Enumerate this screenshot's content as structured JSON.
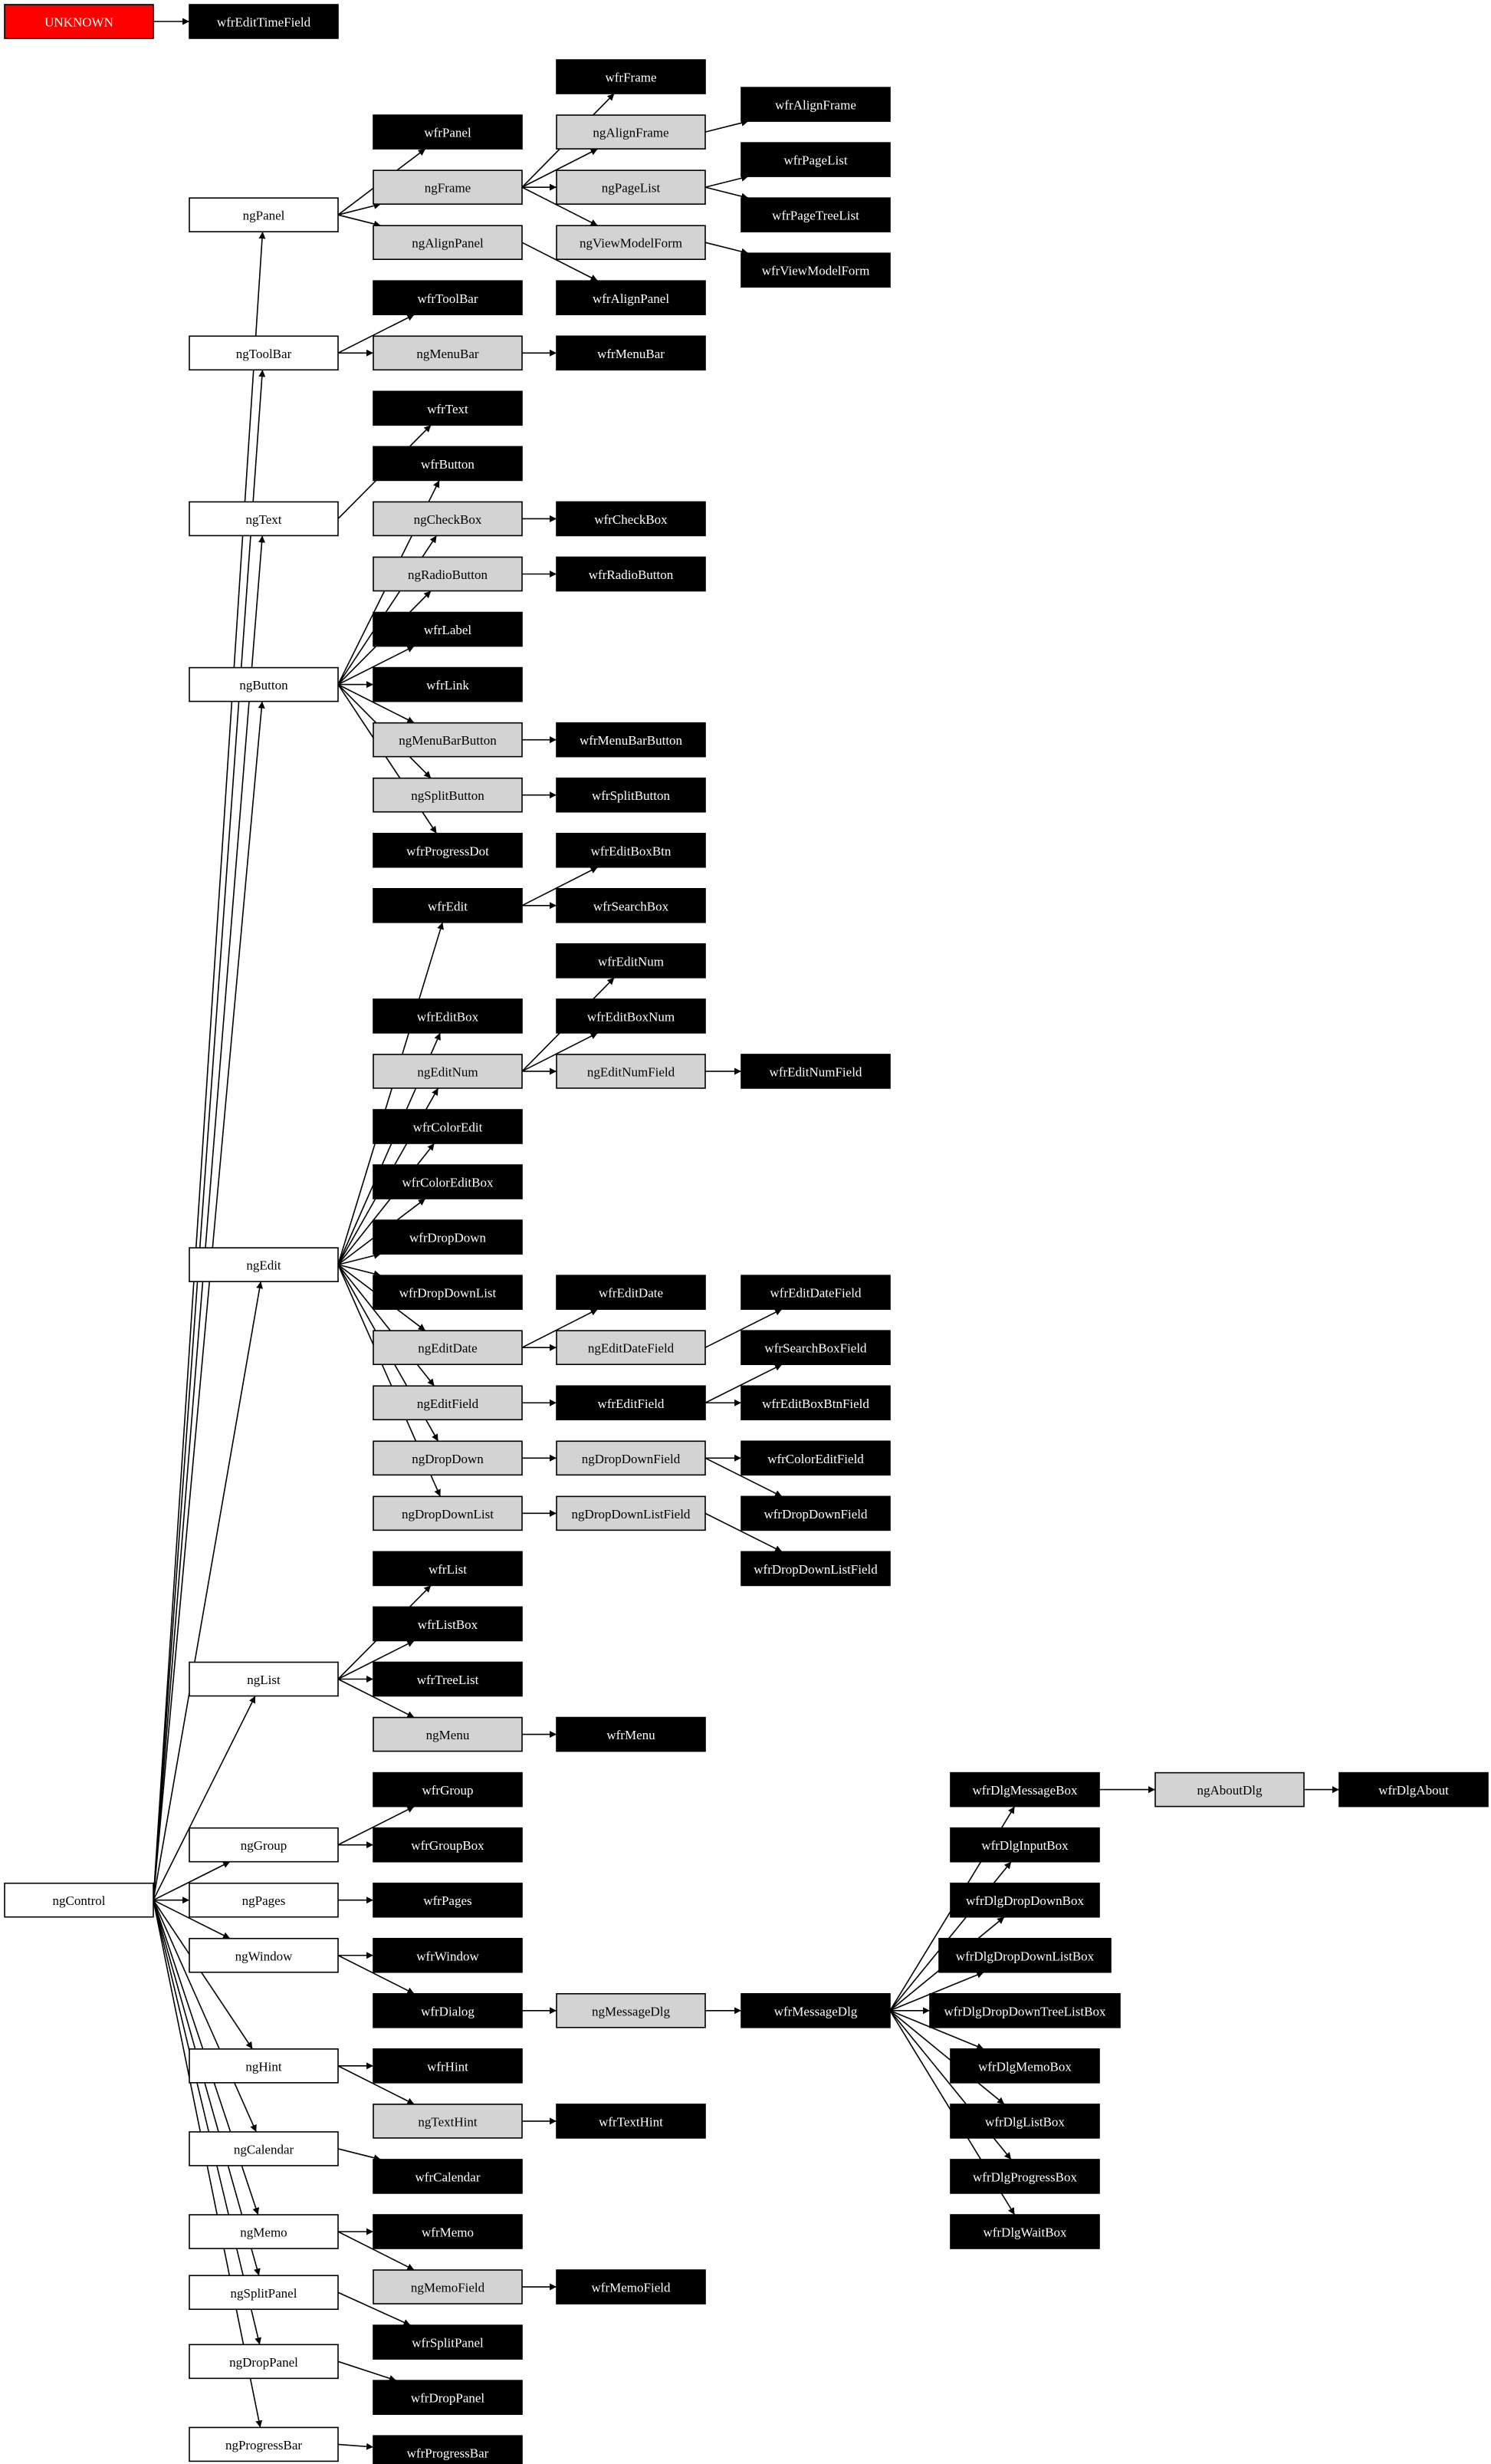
{
  "colors": {
    "base": "#ffffff",
    "intermediate": "#d3d3d3",
    "leaf": "#000000",
    "unknown": "#ff0000",
    "stroke": "#000000"
  },
  "nodes": [
    {
      "id": "UNKNOWN",
      "label": "UNKNOWN",
      "kind": "unknown"
    },
    {
      "id": "wfrEditTimeField",
      "label": "wfrEditTimeField",
      "kind": "leaf"
    },
    {
      "id": "ngControl",
      "label": "ngControl",
      "kind": "base"
    },
    {
      "id": "ngPanel",
      "label": "ngPanel",
      "kind": "base"
    },
    {
      "id": "ngToolBar",
      "label": "ngToolBar",
      "kind": "base"
    },
    {
      "id": "ngText",
      "label": "ngText",
      "kind": "base"
    },
    {
      "id": "ngButton",
      "label": "ngButton",
      "kind": "base"
    },
    {
      "id": "ngEdit",
      "label": "ngEdit",
      "kind": "base"
    },
    {
      "id": "ngList",
      "label": "ngList",
      "kind": "base"
    },
    {
      "id": "ngGroup",
      "label": "ngGroup",
      "kind": "base"
    },
    {
      "id": "ngPages",
      "label": "ngPages",
      "kind": "base"
    },
    {
      "id": "ngWindow",
      "label": "ngWindow",
      "kind": "base"
    },
    {
      "id": "ngHint",
      "label": "ngHint",
      "kind": "base"
    },
    {
      "id": "ngCalendar",
      "label": "ngCalendar",
      "kind": "base"
    },
    {
      "id": "ngMemo",
      "label": "ngMemo",
      "kind": "base"
    },
    {
      "id": "ngSplitPanel",
      "label": "ngSplitPanel",
      "kind": "base"
    },
    {
      "id": "ngDropPanel",
      "label": "ngDropPanel",
      "kind": "base"
    },
    {
      "id": "ngProgressBar",
      "label": "ngProgressBar",
      "kind": "base"
    },
    {
      "id": "wfrPanel",
      "label": "wfrPanel",
      "kind": "leaf"
    },
    {
      "id": "ngFrame",
      "label": "ngFrame",
      "kind": "intermediate"
    },
    {
      "id": "ngAlignPanel",
      "label": "ngAlignPanel",
      "kind": "intermediate"
    },
    {
      "id": "wfrToolBar",
      "label": "wfrToolBar",
      "kind": "leaf"
    },
    {
      "id": "ngMenuBar",
      "label": "ngMenuBar",
      "kind": "intermediate"
    },
    {
      "id": "wfrText",
      "label": "wfrText",
      "kind": "leaf"
    },
    {
      "id": "wfrButton",
      "label": "wfrButton",
      "kind": "leaf"
    },
    {
      "id": "ngCheckBox",
      "label": "ngCheckBox",
      "kind": "intermediate"
    },
    {
      "id": "ngRadioButton",
      "label": "ngRadioButton",
      "kind": "intermediate"
    },
    {
      "id": "wfrLabel",
      "label": "wfrLabel",
      "kind": "leaf"
    },
    {
      "id": "wfrLink",
      "label": "wfrLink",
      "kind": "leaf"
    },
    {
      "id": "ngMenuBarButton",
      "label": "ngMenuBarButton",
      "kind": "intermediate"
    },
    {
      "id": "ngSplitButton",
      "label": "ngSplitButton",
      "kind": "intermediate"
    },
    {
      "id": "wfrProgressDot",
      "label": "wfrProgressDot",
      "kind": "leaf"
    },
    {
      "id": "wfrEdit",
      "label": "wfrEdit",
      "kind": "leaf"
    },
    {
      "id": "wfrEditBox",
      "label": "wfrEditBox",
      "kind": "leaf"
    },
    {
      "id": "ngEditNum",
      "label": "ngEditNum",
      "kind": "intermediate"
    },
    {
      "id": "wfrColorEdit",
      "label": "wfrColorEdit",
      "kind": "leaf"
    },
    {
      "id": "wfrColorEditBox",
      "label": "wfrColorEditBox",
      "kind": "leaf"
    },
    {
      "id": "wfrDropDown",
      "label": "wfrDropDown",
      "kind": "leaf"
    },
    {
      "id": "wfrDropDownList",
      "label": "wfrDropDownList",
      "kind": "leaf"
    },
    {
      "id": "ngEditDate",
      "label": "ngEditDate",
      "kind": "intermediate"
    },
    {
      "id": "ngEditField",
      "label": "ngEditField",
      "kind": "intermediate"
    },
    {
      "id": "ngDropDown",
      "label": "ngDropDown",
      "kind": "intermediate"
    },
    {
      "id": "ngDropDownList",
      "label": "ngDropDownList",
      "kind": "intermediate"
    },
    {
      "id": "wfrList",
      "label": "wfrList",
      "kind": "leaf"
    },
    {
      "id": "wfrListBox",
      "label": "wfrListBox",
      "kind": "leaf"
    },
    {
      "id": "wfrTreeList",
      "label": "wfrTreeList",
      "kind": "leaf"
    },
    {
      "id": "ngMenu",
      "label": "ngMenu",
      "kind": "intermediate"
    },
    {
      "id": "wfrGroup",
      "label": "wfrGroup",
      "kind": "leaf"
    },
    {
      "id": "wfrGroupBox",
      "label": "wfrGroupBox",
      "kind": "leaf"
    },
    {
      "id": "wfrPages",
      "label": "wfrPages",
      "kind": "leaf"
    },
    {
      "id": "wfrWindow",
      "label": "wfrWindow",
      "kind": "leaf"
    },
    {
      "id": "wfrDialog",
      "label": "wfrDialog",
      "kind": "leaf"
    },
    {
      "id": "wfrHint",
      "label": "wfrHint",
      "kind": "leaf"
    },
    {
      "id": "ngTextHint",
      "label": "ngTextHint",
      "kind": "intermediate"
    },
    {
      "id": "wfrCalendar",
      "label": "wfrCalendar",
      "kind": "leaf"
    },
    {
      "id": "wfrMemo",
      "label": "wfrMemo",
      "kind": "leaf"
    },
    {
      "id": "ngMemoField",
      "label": "ngMemoField",
      "kind": "intermediate"
    },
    {
      "id": "wfrSplitPanel",
      "label": "wfrSplitPanel",
      "kind": "leaf"
    },
    {
      "id": "wfrDropPanel",
      "label": "wfrDropPanel",
      "kind": "leaf"
    },
    {
      "id": "wfrProgressBar",
      "label": "wfrProgressBar",
      "kind": "leaf"
    },
    {
      "id": "wfrFrame",
      "label": "wfrFrame",
      "kind": "leaf"
    },
    {
      "id": "ngAlignFrame",
      "label": "ngAlignFrame",
      "kind": "intermediate"
    },
    {
      "id": "ngPageList",
      "label": "ngPageList",
      "kind": "intermediate"
    },
    {
      "id": "ngViewModelForm",
      "label": "ngViewModelForm",
      "kind": "intermediate"
    },
    {
      "id": "wfrAlignPanel",
      "label": "wfrAlignPanel",
      "kind": "leaf"
    },
    {
      "id": "wfrMenuBar",
      "label": "wfrMenuBar",
      "kind": "leaf"
    },
    {
      "id": "wfrCheckBox",
      "label": "wfrCheckBox",
      "kind": "leaf"
    },
    {
      "id": "wfrRadioButton",
      "label": "wfrRadioButton",
      "kind": "leaf"
    },
    {
      "id": "wfrMenuBarButton",
      "label": "wfrMenuBarButton",
      "kind": "leaf"
    },
    {
      "id": "wfrSplitButton",
      "label": "wfrSplitButton",
      "kind": "leaf"
    },
    {
      "id": "wfrEditBoxBtn",
      "label": "wfrEditBoxBtn",
      "kind": "leaf"
    },
    {
      "id": "wfrSearchBox",
      "label": "wfrSearchBox",
      "kind": "leaf"
    },
    {
      "id": "wfrEditNum",
      "label": "wfrEditNum",
      "kind": "leaf"
    },
    {
      "id": "wfrEditBoxNum",
      "label": "wfrEditBoxNum",
      "kind": "leaf"
    },
    {
      "id": "ngEditNumField",
      "label": "ngEditNumField",
      "kind": "intermediate"
    },
    {
      "id": "wfrEditDate",
      "label": "wfrEditDate",
      "kind": "leaf"
    },
    {
      "id": "ngEditDateField",
      "label": "ngEditDateField",
      "kind": "intermediate"
    },
    {
      "id": "wfrEditField",
      "label": "wfrEditField",
      "kind": "leaf"
    },
    {
      "id": "ngDropDownField",
      "label": "ngDropDownField",
      "kind": "intermediate"
    },
    {
      "id": "ngDropDownListField",
      "label": "ngDropDownListField",
      "kind": "intermediate"
    },
    {
      "id": "wfrMenu",
      "label": "wfrMenu",
      "kind": "leaf"
    },
    {
      "id": "ngMessageDlg",
      "label": "ngMessageDlg",
      "kind": "intermediate"
    },
    {
      "id": "wfrTextHint",
      "label": "wfrTextHint",
      "kind": "leaf"
    },
    {
      "id": "wfrMemoField",
      "label": "wfrMemoField",
      "kind": "leaf"
    },
    {
      "id": "wfrAlignFrame",
      "label": "wfrAlignFrame",
      "kind": "leaf"
    },
    {
      "id": "wfrPageList",
      "label": "wfrPageList",
      "kind": "leaf"
    },
    {
      "id": "wfrPageTreeList",
      "label": "wfrPageTreeList",
      "kind": "leaf"
    },
    {
      "id": "wfrViewModelForm",
      "label": "wfrViewModelForm",
      "kind": "leaf"
    },
    {
      "id": "wfrEditNumField",
      "label": "wfrEditNumField",
      "kind": "leaf"
    },
    {
      "id": "wfrEditDateField",
      "label": "wfrEditDateField",
      "kind": "leaf"
    },
    {
      "id": "wfrSearchBoxField",
      "label": "wfrSearchBoxField",
      "kind": "leaf"
    },
    {
      "id": "wfrEditBoxBtnField",
      "label": "wfrEditBoxBtnField",
      "kind": "leaf"
    },
    {
      "id": "wfrColorEditField",
      "label": "wfrColorEditField",
      "kind": "leaf"
    },
    {
      "id": "wfrDropDownField",
      "label": "wfrDropDownField",
      "kind": "leaf"
    },
    {
      "id": "wfrDropDownListField",
      "label": "wfrDropDownListField",
      "kind": "leaf"
    },
    {
      "id": "wfrMessageDlg",
      "label": "wfrMessageDlg",
      "kind": "leaf"
    },
    {
      "id": "wfrDlgMessageBox",
      "label": "wfrDlgMessageBox",
      "kind": "leaf"
    },
    {
      "id": "wfrDlgInputBox",
      "label": "wfrDlgInputBox",
      "kind": "leaf"
    },
    {
      "id": "wfrDlgDropDownBox",
      "label": "wfrDlgDropDownBox",
      "kind": "leaf"
    },
    {
      "id": "wfrDlgDropDownListBox",
      "label": "wfrDlgDropDownListBox",
      "kind": "leaf"
    },
    {
      "id": "wfrDlgDropDownTreeListBox",
      "label": "wfrDlgDropDownTreeListBox",
      "kind": "leaf"
    },
    {
      "id": "wfrDlgMemoBox",
      "label": "wfrDlgMemoBox",
      "kind": "leaf"
    },
    {
      "id": "wfrDlgListBox",
      "label": "wfrDlgListBox",
      "kind": "leaf"
    },
    {
      "id": "wfrDlgProgressBox",
      "label": "wfrDlgProgressBox",
      "kind": "leaf"
    },
    {
      "id": "wfrDlgWaitBox",
      "label": "wfrDlgWaitBox",
      "kind": "leaf"
    },
    {
      "id": "ngAboutDlg",
      "label": "ngAboutDlg",
      "kind": "intermediate"
    },
    {
      "id": "wfrDlgAbout",
      "label": "wfrDlgAbout",
      "kind": "leaf"
    }
  ],
  "edges": [
    [
      "UNKNOWN",
      "wfrEditTimeField"
    ],
    [
      "ngControl",
      "ngPanel"
    ],
    [
      "ngControl",
      "ngToolBar"
    ],
    [
      "ngControl",
      "ngText"
    ],
    [
      "ngControl",
      "ngButton"
    ],
    [
      "ngControl",
      "ngEdit"
    ],
    [
      "ngControl",
      "ngList"
    ],
    [
      "ngControl",
      "ngGroup"
    ],
    [
      "ngControl",
      "ngPages"
    ],
    [
      "ngControl",
      "ngWindow"
    ],
    [
      "ngControl",
      "ngHint"
    ],
    [
      "ngControl",
      "ngCalendar"
    ],
    [
      "ngControl",
      "ngMemo"
    ],
    [
      "ngControl",
      "ngSplitPanel"
    ],
    [
      "ngControl",
      "ngDropPanel"
    ],
    [
      "ngControl",
      "ngProgressBar"
    ],
    [
      "ngPanel",
      "wfrPanel"
    ],
    [
      "ngPanel",
      "ngFrame"
    ],
    [
      "ngPanel",
      "ngAlignPanel"
    ],
    [
      "ngToolBar",
      "wfrToolBar"
    ],
    [
      "ngToolBar",
      "ngMenuBar"
    ],
    [
      "ngText",
      "wfrText"
    ],
    [
      "ngButton",
      "wfrButton"
    ],
    [
      "ngButton",
      "ngCheckBox"
    ],
    [
      "ngButton",
      "ngRadioButton"
    ],
    [
      "ngButton",
      "wfrLabel"
    ],
    [
      "ngButton",
      "wfrLink"
    ],
    [
      "ngButton",
      "ngMenuBarButton"
    ],
    [
      "ngButton",
      "ngSplitButton"
    ],
    [
      "ngButton",
      "wfrProgressDot"
    ],
    [
      "ngEdit",
      "wfrEdit"
    ],
    [
      "ngEdit",
      "wfrEditBox"
    ],
    [
      "ngEdit",
      "ngEditNum"
    ],
    [
      "ngEdit",
      "wfrColorEdit"
    ],
    [
      "ngEdit",
      "wfrColorEditBox"
    ],
    [
      "ngEdit",
      "wfrDropDown"
    ],
    [
      "ngEdit",
      "wfrDropDownList"
    ],
    [
      "ngEdit",
      "ngEditDate"
    ],
    [
      "ngEdit",
      "ngEditField"
    ],
    [
      "ngEdit",
      "ngDropDown"
    ],
    [
      "ngEdit",
      "ngDropDownList"
    ],
    [
      "ngList",
      "wfrList"
    ],
    [
      "ngList",
      "wfrListBox"
    ],
    [
      "ngList",
      "wfrTreeList"
    ],
    [
      "ngList",
      "ngMenu"
    ],
    [
      "ngGroup",
      "wfrGroup"
    ],
    [
      "ngGroup",
      "wfrGroupBox"
    ],
    [
      "ngPages",
      "wfrPages"
    ],
    [
      "ngWindow",
      "wfrWindow"
    ],
    [
      "ngWindow",
      "wfrDialog"
    ],
    [
      "ngHint",
      "wfrHint"
    ],
    [
      "ngHint",
      "ngTextHint"
    ],
    [
      "ngCalendar",
      "wfrCalendar"
    ],
    [
      "ngMemo",
      "wfrMemo"
    ],
    [
      "ngMemo",
      "ngMemoField"
    ],
    [
      "ngSplitPanel",
      "wfrSplitPanel"
    ],
    [
      "ngDropPanel",
      "wfrDropPanel"
    ],
    [
      "ngProgressBar",
      "wfrProgressBar"
    ],
    [
      "ngFrame",
      "wfrFrame"
    ],
    [
      "ngFrame",
      "ngAlignFrame"
    ],
    [
      "ngFrame",
      "ngPageList"
    ],
    [
      "ngFrame",
      "ngViewModelForm"
    ],
    [
      "ngAlignPanel",
      "wfrAlignPanel"
    ],
    [
      "ngMenuBar",
      "wfrMenuBar"
    ],
    [
      "ngCheckBox",
      "wfrCheckBox"
    ],
    [
      "ngRadioButton",
      "wfrRadioButton"
    ],
    [
      "ngMenuBarButton",
      "wfrMenuBarButton"
    ],
    [
      "ngSplitButton",
      "wfrSplitButton"
    ],
    [
      "wfrEdit",
      "wfrEditBoxBtn"
    ],
    [
      "wfrEdit",
      "wfrSearchBox"
    ],
    [
      "ngEditNum",
      "wfrEditNum"
    ],
    [
      "ngEditNum",
      "wfrEditBoxNum"
    ],
    [
      "ngEditNum",
      "ngEditNumField"
    ],
    [
      "ngEditDate",
      "wfrEditDate"
    ],
    [
      "ngEditDate",
      "ngEditDateField"
    ],
    [
      "ngEditField",
      "wfrEditField"
    ],
    [
      "ngDropDown",
      "ngDropDownField"
    ],
    [
      "ngDropDownList",
      "ngDropDownListField"
    ],
    [
      "ngMenu",
      "wfrMenu"
    ],
    [
      "wfrDialog",
      "ngMessageDlg"
    ],
    [
      "ngTextHint",
      "wfrTextHint"
    ],
    [
      "ngMemoField",
      "wfrMemoField"
    ],
    [
      "ngAlignFrame",
      "wfrAlignFrame"
    ],
    [
      "ngPageList",
      "wfrPageList"
    ],
    [
      "ngPageList",
      "wfrPageTreeList"
    ],
    [
      "ngViewModelForm",
      "wfrViewModelForm"
    ],
    [
      "ngEditNumField",
      "wfrEditNumField"
    ],
    [
      "ngEditDateField",
      "wfrEditDateField"
    ],
    [
      "wfrEditField",
      "wfrSearchBoxField"
    ],
    [
      "wfrEditField",
      "wfrEditBoxBtnField"
    ],
    [
      "ngDropDownField",
      "wfrColorEditField"
    ],
    [
      "ngDropDownField",
      "wfrDropDownField"
    ],
    [
      "ngDropDownListField",
      "wfrDropDownListField"
    ],
    [
      "ngMessageDlg",
      "wfrMessageDlg"
    ],
    [
      "wfrMessageDlg",
      "wfrDlgMessageBox"
    ],
    [
      "wfrMessageDlg",
      "wfrDlgInputBox"
    ],
    [
      "wfrMessageDlg",
      "wfrDlgDropDownBox"
    ],
    [
      "wfrMessageDlg",
      "wfrDlgDropDownListBox"
    ],
    [
      "wfrMessageDlg",
      "wfrDlgDropDownTreeListBox"
    ],
    [
      "wfrMessageDlg",
      "wfrDlgMemoBox"
    ],
    [
      "wfrMessageDlg",
      "wfrDlgListBox"
    ],
    [
      "wfrMessageDlg",
      "wfrDlgProgressBox"
    ],
    [
      "wfrMessageDlg",
      "wfrDlgWaitBox"
    ],
    [
      "wfrDlgMessageBox",
      "ngAboutDlg"
    ],
    [
      "ngAboutDlg",
      "wfrDlgAbout"
    ]
  ]
}
